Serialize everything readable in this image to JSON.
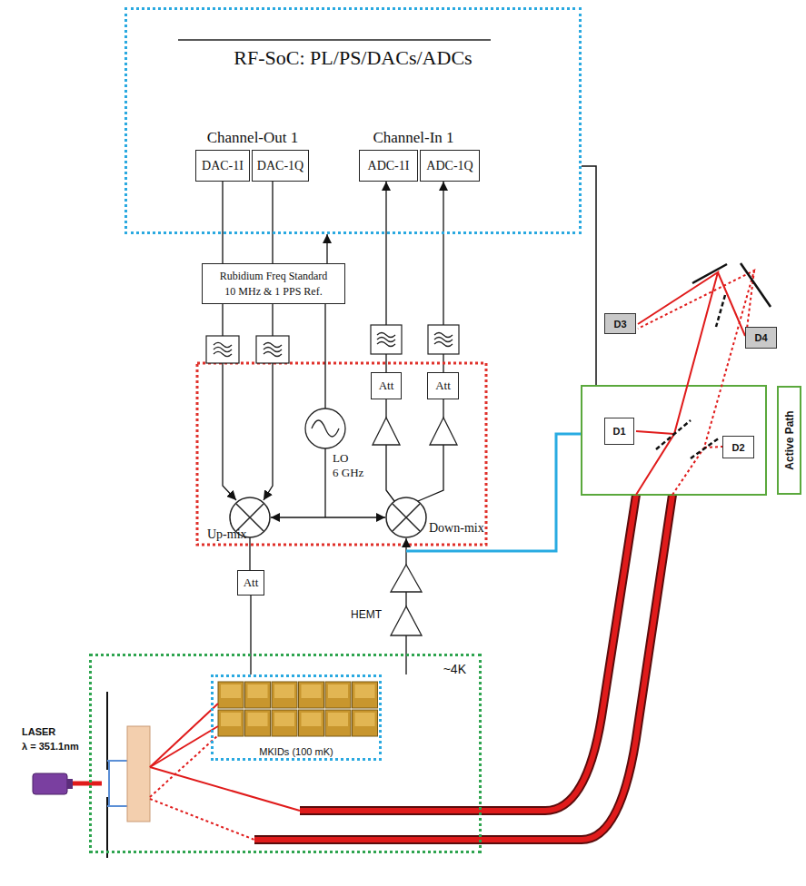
{
  "diagram": {
    "nodes": [
      {
        "text": [
          "RF-SoC: PL/PS/DACs/ADCs"
        ]
      },
      {
        "text": [
          "DAC-1I"
        ],
        "in": 0
      },
      {
        "text": [
          "DAC-1Q"
        ],
        "in": 0
      },
      {
        "text": [
          "ADC-1I"
        ],
        "in": 0
      },
      {
        "text": [
          "ADC-1Q"
        ],
        "in": 0
      },
      {
        "text": [
          "Rubidium Freq Standard",
          "10 MHz & 1 PPS Ref."
        ]
      },
      {
        "text": [
          "Att"
        ]
      },
      {
        "text": [
          "Att"
        ]
      },
      {
        "text": [
          "Att"
        ]
      },
      {
        "text": [
          "~4K"
        ]
      },
      {
        "text": [
          "MKIDs (100 mK)"
        ],
        "in": 9
      },
      {
        "text": [
          "D3"
        ]
      },
      {
        "text": [
          "D4"
        ]
      },
      {
        "text": [
          "D1"
        ]
      },
      {
        "text": [
          "D2"
        ]
      },
      {
        "text": [
          "Active Path"
        ]
      }
    ],
    "edges": [
      {
        "from": 5,
        "to": 0,
        "arrow": "to"
      },
      {
        "from": 6,
        "to": 3,
        "arrow": "to"
      },
      {
        "from": 7,
        "to": 4,
        "arrow": "to"
      },
      {
        "from": 8,
        "to": 10,
        "arrow": "none"
      }
    ],
    "labels": [
      "Channel-Out 1",
      "Channel-In 1",
      "LO",
      "6 GHz",
      "Up-mix",
      "Down-mix",
      "HEMT",
      "LASER",
      "λ = 351.1nm"
    ]
  }
}
